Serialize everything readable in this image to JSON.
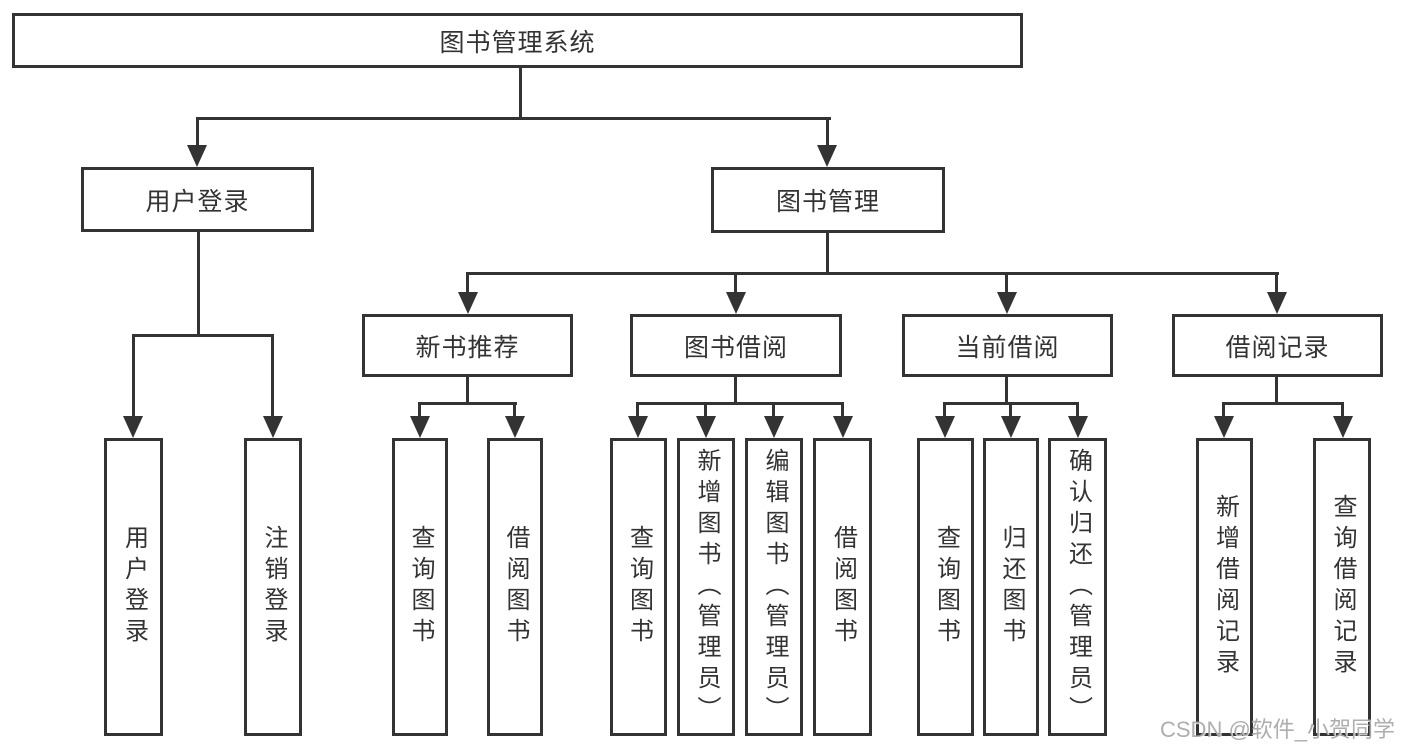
{
  "tree": {
    "root": {
      "label": "图书管理系统",
      "children": [
        {
          "label": "用户登录",
          "children": [
            {
              "label": "用户登录"
            },
            {
              "label": "注销登录"
            }
          ]
        },
        {
          "label": "图书管理",
          "children": [
            {
              "label": "新书推荐",
              "children": [
                {
                  "label": "查询图书"
                },
                {
                  "label": "借阅图书"
                }
              ]
            },
            {
              "label": "图书借阅",
              "children": [
                {
                  "label": "查询图书"
                },
                {
                  "label": "新增图书（管理员）"
                },
                {
                  "label": "编辑图书（管理员）"
                },
                {
                  "label": "借阅图书"
                }
              ]
            },
            {
              "label": "当前借阅",
              "children": [
                {
                  "label": "查询图书"
                },
                {
                  "label": "归还图书"
                },
                {
                  "label": "确认归还（管理员）"
                }
              ]
            },
            {
              "label": "借阅记录",
              "children": [
                {
                  "label": "新增借阅记录"
                },
                {
                  "label": "查询借阅记录"
                }
              ]
            }
          ]
        }
      ]
    }
  },
  "watermark": "CSDN @软件_小贺同学",
  "colors": {
    "line": "#333333",
    "box_border": "#333333",
    "text": "#333333",
    "watermark": "#a5a5a5",
    "background": "#ffffff"
  }
}
